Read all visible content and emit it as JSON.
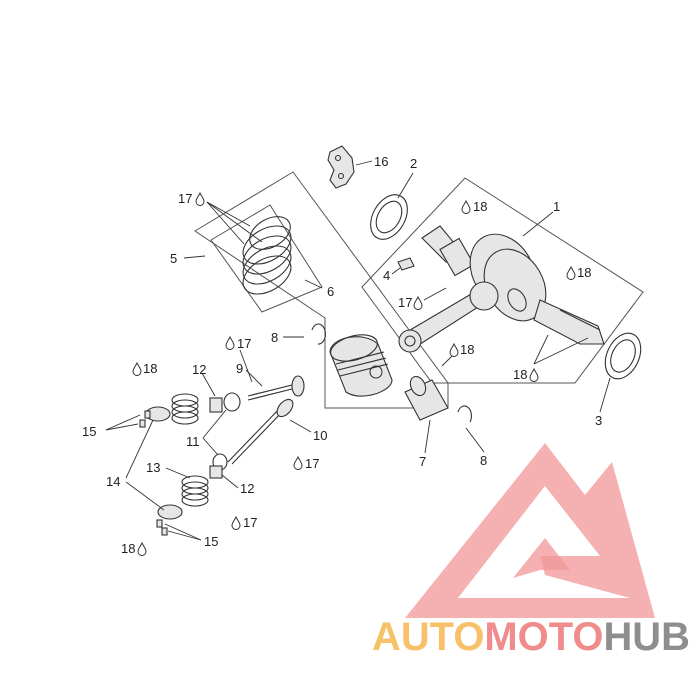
{
  "callouts": {
    "c1": "1",
    "c2": "2",
    "c3": "3",
    "c4": "4",
    "c5": "5",
    "c6": "6",
    "c7": "7",
    "c8a": "8",
    "c8b": "8",
    "c9": "9",
    "c10": "10",
    "c11": "11",
    "c12a": "12",
    "c12b": "12",
    "c13": "13",
    "c14": "14",
    "c15a": "15",
    "c15b": "15",
    "c16": "16",
    "c17a": "17",
    "c17b": "17",
    "c17c": "17",
    "c17d": "17",
    "c17e": "17",
    "c18a": "18",
    "c18b": "18",
    "c18c": "18",
    "c18d": "18",
    "c18e": "18",
    "c18f": "18"
  },
  "watermark": {
    "part1": "AUTO",
    "part2": "MOTO",
    "part3": "HUB",
    "colors": {
      "auto": "#f7c16a",
      "moto": "#f08c8c",
      "hub": "#8e8e8e",
      "logo": "#f08c8c"
    }
  },
  "icons": [
    "drop-icon"
  ]
}
